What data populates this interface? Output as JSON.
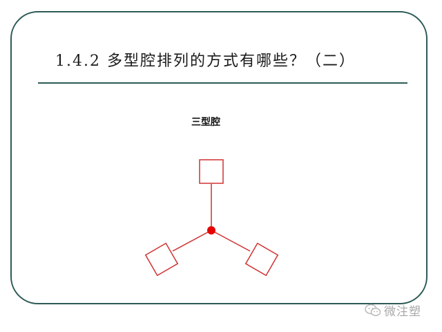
{
  "slide": {
    "title": "1.4.2  多型腔排列的方式有哪些？（二）",
    "diagram_label": "三型腔"
  },
  "diagram": {
    "line_color": "#d03030",
    "hub_color": "#e60000",
    "cavity_count": 3
  },
  "watermark": {
    "text": "微注塑",
    "icon": "wechat-icon"
  }
}
